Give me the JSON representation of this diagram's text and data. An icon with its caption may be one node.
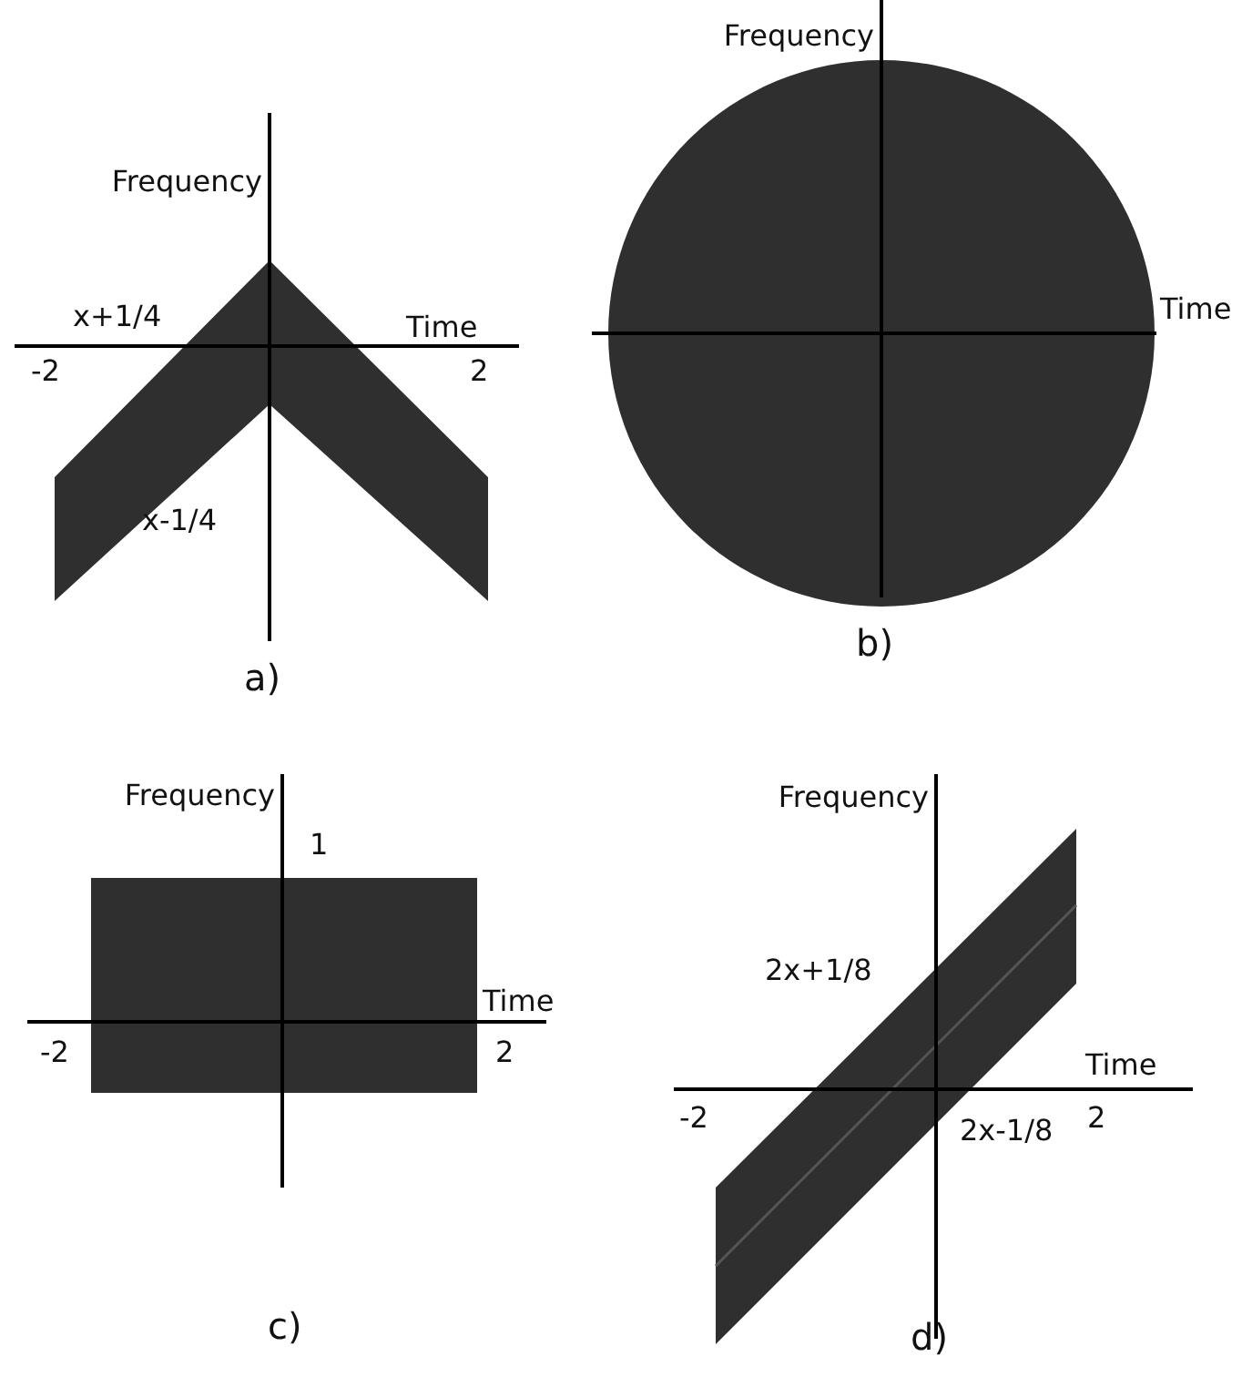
{
  "diagram": {
    "labels": [
      "Frequency",
      "x+1/4",
      "Time",
      "-2",
      "2",
      "x-1/4",
      "a)",
      "Frequency",
      "Time",
      "b)",
      "Frequency",
      "1",
      "Time",
      "-2",
      "2",
      "c)",
      "Frequency",
      "2x+1/8",
      "Time",
      "-2",
      "2",
      "2x-1/8",
      "d)"
    ]
  }
}
